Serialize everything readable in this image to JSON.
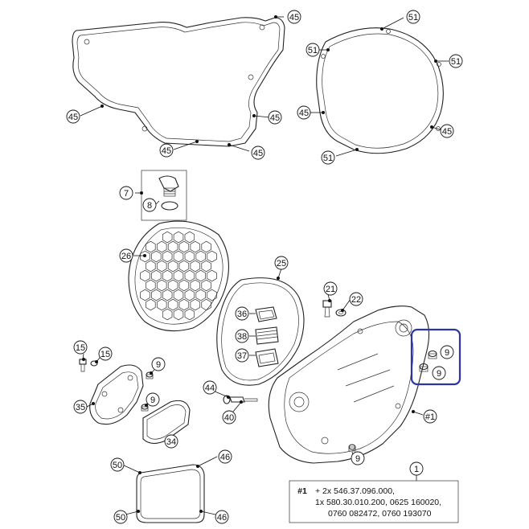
{
  "callouts": [
    {
      "id": "c45a",
      "label": "45"
    },
    {
      "id": "c45b",
      "label": "45"
    },
    {
      "id": "c45c",
      "label": "45"
    },
    {
      "id": "c45d",
      "label": "45"
    },
    {
      "id": "c45e",
      "label": "45"
    },
    {
      "id": "c51a",
      "label": "51"
    },
    {
      "id": "c51b",
      "label": "51"
    },
    {
      "id": "c51c",
      "label": "51"
    },
    {
      "id": "c45f",
      "label": "45"
    },
    {
      "id": "c45g",
      "label": "45"
    },
    {
      "id": "c51d",
      "label": "51"
    },
    {
      "id": "c7",
      "label": "7"
    },
    {
      "id": "c8",
      "label": "8"
    },
    {
      "id": "c26",
      "label": "26"
    },
    {
      "id": "c25",
      "label": "25"
    },
    {
      "id": "c21",
      "label": "21"
    },
    {
      "id": "c22",
      "label": "22"
    },
    {
      "id": "c36",
      "label": "36"
    },
    {
      "id": "c38",
      "label": "38"
    },
    {
      "id": "c37",
      "label": "37"
    },
    {
      "id": "c15a",
      "label": "15"
    },
    {
      "id": "c15b",
      "label": "15"
    },
    {
      "id": "c9a",
      "label": "9"
    },
    {
      "id": "c9b",
      "label": "9"
    },
    {
      "id": "c9c",
      "label": "9"
    },
    {
      "id": "c9d",
      "label": "9"
    },
    {
      "id": "c9e",
      "label": "9"
    },
    {
      "id": "c35",
      "label": "35"
    },
    {
      "id": "c44",
      "label": "44"
    },
    {
      "id": "c40",
      "label": "40"
    },
    {
      "id": "c34",
      "label": "34"
    },
    {
      "id": "c1assy",
      "label": "#1"
    },
    {
      "id": "c50a",
      "label": "50"
    },
    {
      "id": "c46a",
      "label": "46"
    },
    {
      "id": "c50b",
      "label": "50"
    },
    {
      "id": "c46b",
      "label": "46"
    },
    {
      "id": "c1",
      "label": "1"
    }
  ],
  "note": {
    "tag": "#1",
    "line1": "+ 2x 546.37.096.000,",
    "line2": "1x 580.30.010.200, 0625 160020,",
    "line3": "0760 082472, 0760 193070"
  },
  "colors": {
    "line": "#222222",
    "highlight": "#2b35a8"
  }
}
